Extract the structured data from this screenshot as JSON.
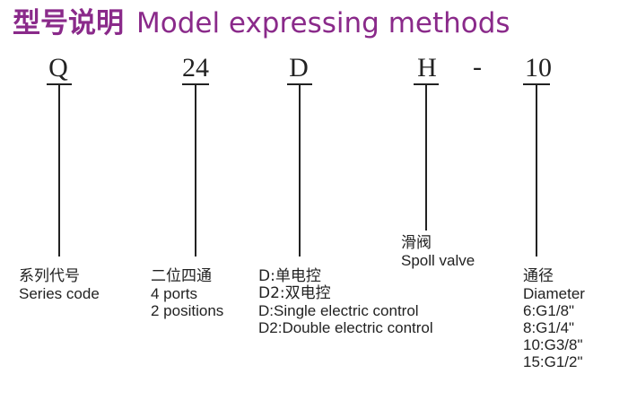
{
  "header": {
    "title_cn": "型号说明",
    "title_en": "Model expressing methods",
    "title_color": "#8a2a8a"
  },
  "code": {
    "separator": "-",
    "segments": [
      {
        "text": "Q",
        "desc": [
          "系列代号",
          "Series code"
        ]
      },
      {
        "text": "24",
        "desc": [
          "二位四通",
          "4 ports",
          "2 positions"
        ]
      },
      {
        "text": "D",
        "desc": [
          "D:单电控",
          "D2:双电控",
          "D:Single electric control",
          "D2:Double electric control"
        ]
      },
      {
        "text": "H",
        "desc": [
          "滑阀",
          "Spoll valve"
        ]
      },
      {
        "text": "10",
        "desc": [
          "通径",
          "Diameter",
          "6:G1/8\"",
          "8:G1/4\"",
          "10:G3/8\"",
          "15:G1/2\""
        ]
      }
    ]
  },
  "colors": {
    "line": "#222222",
    "text": "#222222"
  }
}
